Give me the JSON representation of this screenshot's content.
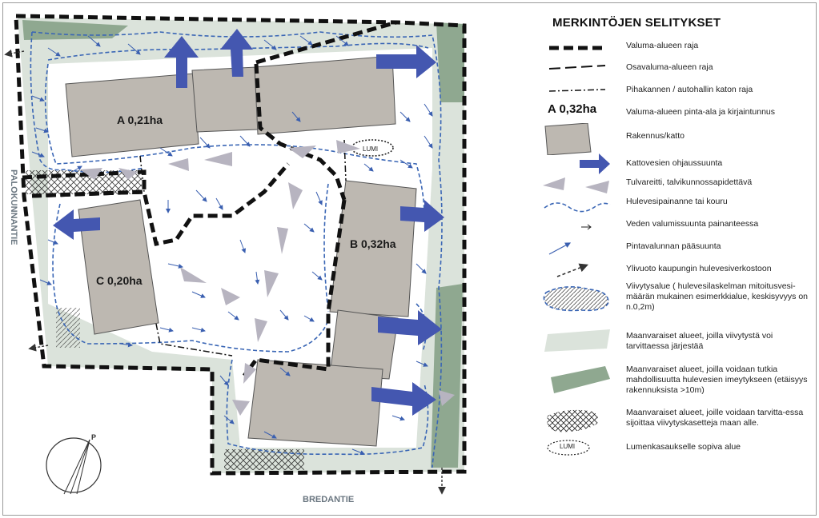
{
  "legend": {
    "title": "MERKINTÖJEN SELITYKSET",
    "items": [
      {
        "text": "Valuma-alueen raja",
        "symbol": "thick-dashed-line"
      },
      {
        "text": "Osavaluma-alueen raja",
        "symbol": "dashed-line"
      },
      {
        "text": "Pihakannen / autohallin katon raja",
        "symbol": "dash-dot-line"
      },
      {
        "code": "A 0,32ha",
        "text": "Valuma-alueen pinta-ala ja kirjaintunnus",
        "symbol": "area-code"
      },
      {
        "text": "Rakennus/katto",
        "symbol": "building-rect"
      },
      {
        "text": "Kattovesien ohjaussuunta",
        "symbol": "roof-arrow"
      },
      {
        "text": "Tulvareitti, talvikunnossapidettävä",
        "symbol": "flood-triangle"
      },
      {
        "text": "Hulevesipainanne tai kouru",
        "symbol": "swale-line"
      },
      {
        "text": "Veden valumissuunta painanteessa",
        "symbol": "small-arrow"
      },
      {
        "text": "Pintavalunnan pääsuunta",
        "symbol": "thin-arrow"
      },
      {
        "text": "Ylivuoto kaupungin hulevesiverkostoon",
        "symbol": "dashed-arrow"
      },
      {
        "text": "Viivytysalue ( hulevesilaskelman mitoitusvesi-määrän mukainen esimerkkialue, keskisyvyys on n.0,2m)",
        "symbol": "retention-area"
      },
      {
        "text": "Maanvaraiset alueet, joilla viivytystä voi tarvittaessa järjestää",
        "symbol": "light-green-area"
      },
      {
        "text": "Maanvaraiset alueet, joilla voidaan tutkia mahdollisuutta hulevesien imeytykseen (etäisyys rakennuksista >10m)",
        "symbol": "dark-green-area"
      },
      {
        "text": "Maanvaraiset alueet, joille voidaan tarvitta-essa sijoittaa viivytyskasetteja maan alle.",
        "symbol": "crosshatch-area"
      },
      {
        "text": "Lumenkasaukselle sopiva alue",
        "symbol": "snow-area",
        "code": "LUMI"
      }
    ]
  },
  "map": {
    "areas": [
      {
        "label": "A 0,21ha"
      },
      {
        "label": "B 0,32ha"
      },
      {
        "label": "C 0,20ha"
      }
    ],
    "snow_label": "LUMI",
    "streets": {
      "west": "PALOKUNNANTIE",
      "south": "BREDANTIE"
    },
    "north_label": "P"
  },
  "colors": {
    "building": "#bdb8b1",
    "light_green": "#dbe3db",
    "dark_green": "#8fa890",
    "swale_blue": "#3a66b5",
    "roof_arrow": "#4457b0",
    "flood_triangle": "#b7b4c0"
  }
}
